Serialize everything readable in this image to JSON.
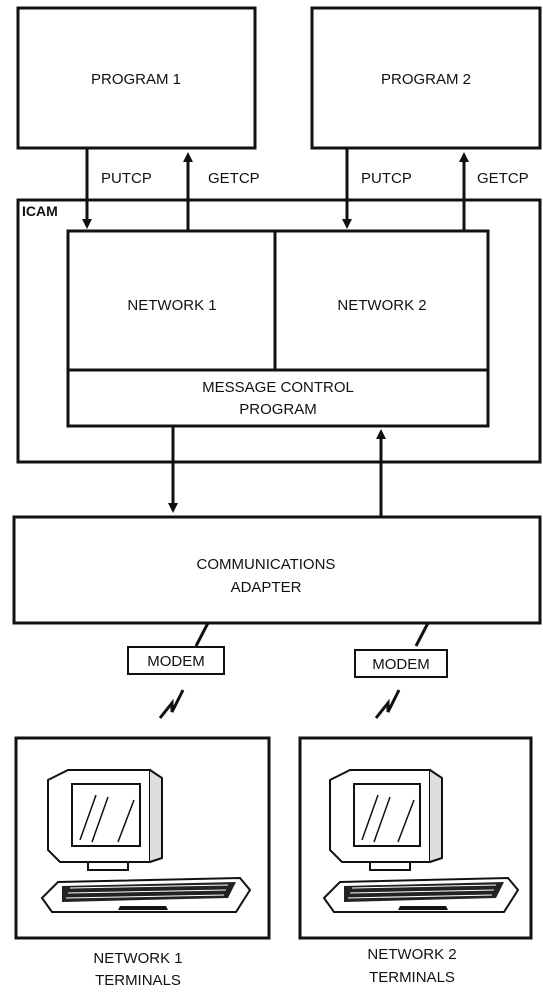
{
  "programs": {
    "program1": "PROGRAM 1",
    "program2": "PROGRAM 2"
  },
  "calls": {
    "putcp": "PUTCP",
    "getcp": "GETCP"
  },
  "icam": {
    "label": "ICAM",
    "network1": "NETWORK 1",
    "network2": "NETWORK 2",
    "mcp_line1": "MESSAGE CONTROL",
    "mcp_line2": "PROGRAM"
  },
  "adapter": {
    "line1": "COMMUNICATIONS",
    "line2": "ADAPTER"
  },
  "modem": "MODEM",
  "terminals": {
    "t1_line1": "NETWORK 1",
    "t1_line2": "TERMINALS",
    "t2_line1": "NETWORK 2",
    "t2_line2": "TERMINALS"
  }
}
